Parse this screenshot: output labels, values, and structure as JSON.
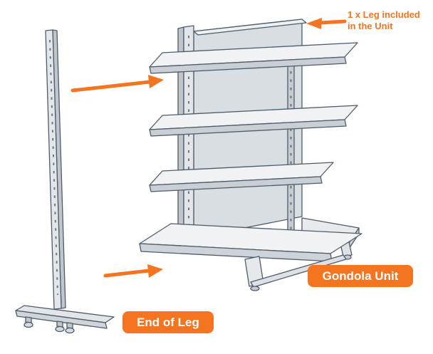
{
  "diagram": {
    "note": {
      "line1": "1 x Leg included",
      "line2": "in the Unit"
    },
    "labels": {
      "end_of_leg": "End of Leg",
      "gondola_unit": "Gondola Unit"
    },
    "parts": {
      "left_part": "end-of-leg",
      "right_part": "gondola-unit"
    }
  },
  "colors": {
    "accent": "#f4741f",
    "outline": "#4d5c6b",
    "shelf_fill": "#f0f2f4",
    "panel_fill": "#d9dee2"
  }
}
